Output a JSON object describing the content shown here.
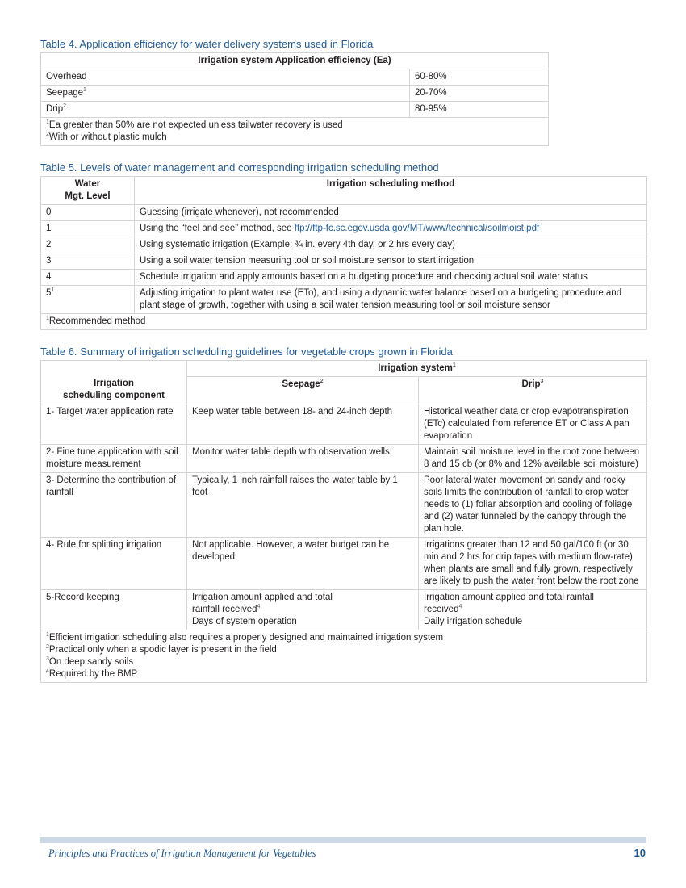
{
  "table4": {
    "caption": "Table 4. Application efficiency for water delivery systems used in Florida",
    "header": "Irrigation system Application efficiency (Ea)",
    "rows": [
      {
        "system": "Overhead",
        "sup": "",
        "ea": "60-80%"
      },
      {
        "system": "Seepage",
        "sup": "1",
        "ea": "20-70%"
      },
      {
        "system": "Drip",
        "sup": "2",
        "ea": "80-95%"
      }
    ],
    "notes": [
      {
        "sup": "1",
        "text": "Ea greater than 50% are not expected unless tailwater recovery is used"
      },
      {
        "sup": "2",
        "text": "With or without plastic mulch"
      }
    ]
  },
  "table5": {
    "caption": "Table 5. Levels of water management and corresponding irrigation scheduling method",
    "header_level_1": "Water",
    "header_level_2": "Mgt. Level",
    "header_method": "Irrigation scheduling method",
    "rows": [
      {
        "level": "0",
        "sup": "",
        "method": "Guessing (irrigate whenever), not recommended"
      },
      {
        "level": "1",
        "sup": "",
        "method_pre": "Using the “feel and see” method, see ",
        "link": "ftp://ftp-fc.sc.egov.usda.gov/MT/www/technical/soilmoist.pdf"
      },
      {
        "level": "2",
        "sup": "",
        "method": "Using systematic irrigation (Example: ¾ in. every 4th day, or 2 hrs every day)"
      },
      {
        "level": "3",
        "sup": "",
        "method": "Using a soil water tension measuring tool or soil moisture sensor to start irrigation"
      },
      {
        "level": "4",
        "sup": "",
        "method": "Schedule irrigation and apply amounts based on a budgeting procedure and checking actual soil water status"
      },
      {
        "level": "5",
        "sup": "1",
        "method": "Adjusting irrigation to plant water use (ETo), and using a dynamic water balance based on a budgeting procedure and plant stage of growth, together with using a soil water tension measuring tool or soil moisture sensor"
      }
    ],
    "note": {
      "sup": "1",
      "text": "Recommended method"
    }
  },
  "table6": {
    "caption": "Table 6. Summary of irrigation scheduling guidelines for vegetable crops grown in Florida",
    "group_header": "Irrigation system",
    "group_sup": "1",
    "col1_header_1": "Irrigation",
    "col1_header_2": "scheduling component",
    "seepage_header": "Seepage",
    "seepage_sup": "2",
    "drip_header": "Drip",
    "drip_sup": "3",
    "rows": [
      {
        "component": "1- Target water application rate",
        "seepage": "Keep water table between 18- and 24-inch depth",
        "drip": "Historical weather data or crop evapotranspiration (ETc) calculated from reference ET or Class A pan evaporation"
      },
      {
        "component": "2- Fine tune application with soil moisture measurement",
        "seepage": "Monitor water table depth with observation wells",
        "drip": "Maintain soil moisture level in the root zone between 8 and 15 cb (or 8% and 12% available soil moisture)"
      },
      {
        "component": "3- Determine the contribution of rainfall",
        "seepage": "Typically, 1 inch rainfall raises the water table by 1 foot",
        "drip": "Poor lateral water movement on sandy and rocky soils limits the contribution of rainfall to crop water needs to (1) foliar absorption and cooling of foliage and (2) water funneled by the canopy through the plan hole."
      },
      {
        "component": "4- Rule for splitting irrigation",
        "seepage": "Not applicable. However, a water budget can be developed",
        "drip": "Irrigations greater than 12 and 50 gal/100 ft (or 30 min and 2 hrs for drip tapes with medium flow-rate) when plants are small and fully grown, respectively are likely to push the water front below the root zone"
      }
    ],
    "record": {
      "component": "5-Record keeping",
      "seepage_1": "Irrigation amount applied and total",
      "seepage_2": "rainfall received",
      "seepage_2_sup": "4",
      "seepage_3": "Days of system operation",
      "drip_1": "Irrigation amount applied and total rainfall",
      "drip_2": "received",
      "drip_2_sup": "4",
      "drip_3": "Daily irrigation schedule"
    },
    "notes": [
      {
        "sup": "1",
        "text": "Efficient irrigation scheduling also requires a properly designed and maintained irrigation system"
      },
      {
        "sup": "2",
        "text": "Practical only when a spodic layer is present in the field"
      },
      {
        "sup": "3",
        "text": "On deep sandy soils"
      },
      {
        "sup": "4",
        "text": "Required by the BMP"
      }
    ]
  },
  "footer": {
    "title": "Principles and Practices of Irrigation Management for Vegetables",
    "page": "10"
  }
}
